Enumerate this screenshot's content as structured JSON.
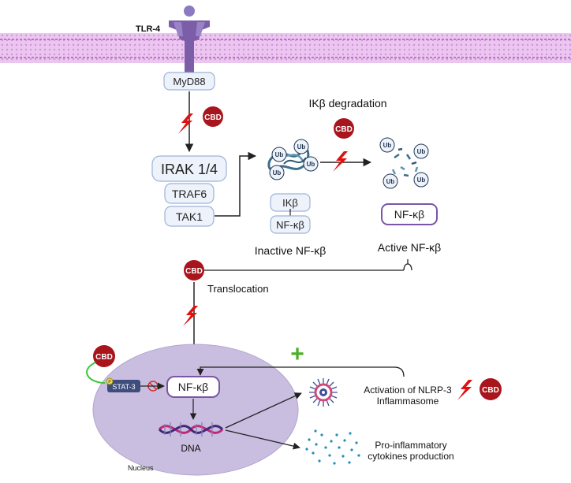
{
  "receptor": {
    "label": "TLR-4"
  },
  "adaptors": {
    "myd88": "MyD88",
    "irak": "IRAK 1/4",
    "traf6": "TRAF6",
    "tak1": "TAK1"
  },
  "complex": {
    "ikb": "IKβ",
    "nfkb": "NF-κβ",
    "caption": "Inactive NF-κβ"
  },
  "ub_label": "Ub",
  "degradation": {
    "title": "IKβ degradation"
  },
  "active": {
    "nfkb": "NF-κβ",
    "caption": "Active NF-κβ"
  },
  "cbd_label": "CBD",
  "translocation": {
    "label": "Translocation"
  },
  "nucleus": {
    "stat3": "STAT-3",
    "phospho": "P",
    "nfkb": "NF-κβ",
    "dna": "DNA",
    "label": "Nucleus"
  },
  "outputs": {
    "nlrp3_line1": "Activation of NLRP-3",
    "nlrp3_line2": "Inflammasome",
    "cytokines_line1": "Pro-inflammatory",
    "cytokines_line2": "cytokines production"
  },
  "feedback": {
    "symbol": "+"
  },
  "colors": {
    "membrane": "#d9a6e2",
    "receptor": "#7b5ea7",
    "box_fill": "#eef3fb",
    "box_stroke": "#9db3d6",
    "nfkb_stroke": "#7b56a6",
    "cbd": "#a8151d",
    "lightning": "#e01010",
    "nucleus": "#c9bedf",
    "plus": "#4caf2a",
    "stat3": "#3f4d7c",
    "inhibit": "#d03030"
  }
}
